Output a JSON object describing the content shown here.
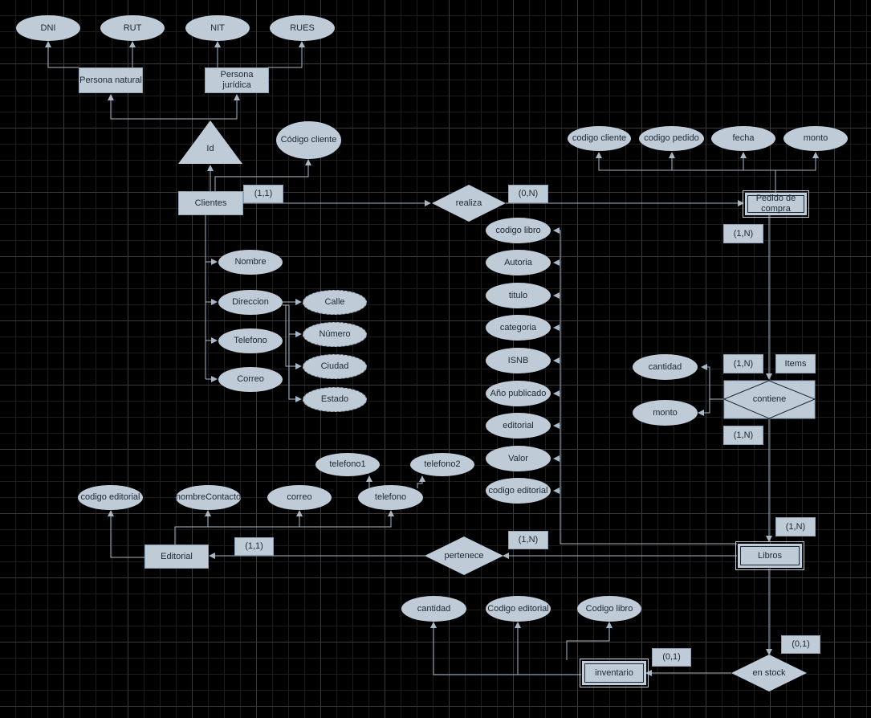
{
  "colors": {
    "background": "#000000",
    "shape_fill": "#bfccd8",
    "edge": "#a9b8c6",
    "text": "#1b2733"
  },
  "attributes": {
    "dni": "DNI",
    "rut": "RUT",
    "nit": "NIT",
    "rues": "RUES",
    "codigo_cliente": "Código cliente",
    "nombre": "Nombre",
    "direccion": "Direccion",
    "telefono": "Telefono",
    "correo": "Correo",
    "calle": "Calle",
    "numero": "Número",
    "ciudad": "Ciudad",
    "estado": "Estado",
    "pedido_codigo_cliente": "codigo cliente",
    "pedido_codigo_pedido": "codigo pedido",
    "pedido_fecha": "fecha",
    "pedido_monto": "monto",
    "libro_codigo_libro": "codigo libro",
    "libro_autoria": "Autoria",
    "libro_titulo": "titulo",
    "libro_categoria": "categoria",
    "libro_isnb": "ISNB",
    "libro_anio": "Año publicado",
    "libro_editorial": "editorial",
    "libro_valor": "Valor",
    "libro_codigo_editorial": "codigo editorial",
    "contiene_cantidad": "cantidad",
    "contiene_monto": "monto",
    "editorial_codigo": "codigo editorial",
    "editorial_nombre_contacto": "nombreContacto",
    "editorial_correo": "correo",
    "editorial_telefono": "telefono",
    "telefono1": "telefono1",
    "telefono2": "telefono2",
    "inv_cantidad": "cantidad",
    "inv_codigo_editorial": "Codigo editorial",
    "inv_codigo_libro": "Codigo libro"
  },
  "entities": {
    "persona_natural": "Persona natural",
    "persona_juridica": "Persona jurídica",
    "clientes": "Clientes",
    "pedido": "Pedido de compra",
    "libros": "Libros",
    "editorial": "Editorial",
    "inventario": "inventario"
  },
  "generalization": {
    "label": "Id"
  },
  "relationships": {
    "realiza": "realiza",
    "contiene": "contiene",
    "pertenece": "pertenece",
    "en_stock": "en stock"
  },
  "cardinalities": {
    "clientes_realiza": "(1,1)",
    "realiza_pedido": "(0,N)",
    "pedido_contiene": "(1,N)",
    "contiene_left": "(1,N)",
    "items": "Items",
    "contiene_libros": "(1,N)",
    "libros_contiene": "(1,N)",
    "libros_pertenece": "(1,N)",
    "editorial_pertenece": "(1,1)",
    "libros_stock": "(0,1)",
    "stock_inventario": "(0,1)"
  }
}
